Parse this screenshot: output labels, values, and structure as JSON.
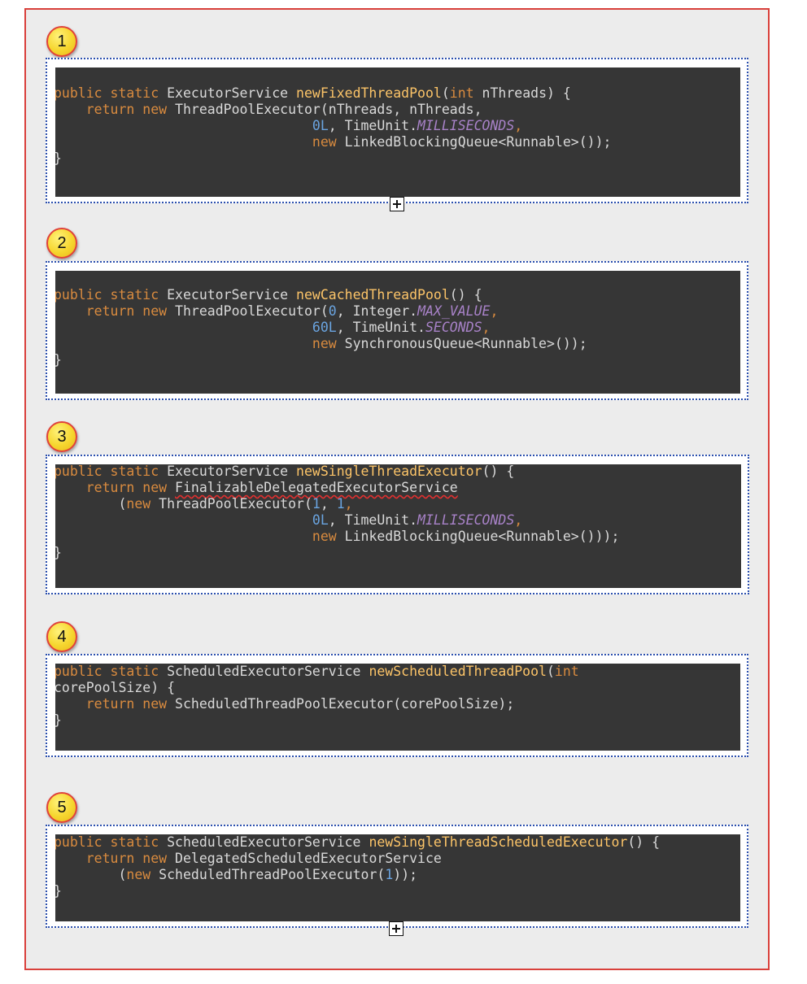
{
  "badges": [
    "1",
    "2",
    "3",
    "4",
    "5"
  ],
  "snippets": {
    "fixed": {
      "l1": [
        "public static",
        "ExecutorService",
        "newFixedThreadPool",
        "(",
        "int",
        " nThreads) {"
      ],
      "l2": [
        "return new",
        "ThreadPoolExecutor(nThreads, nThreads,"
      ],
      "l3": [
        "0L",
        ", TimeUnit.",
        "MILLISECONDS",
        ","
      ],
      "l4": [
        "new",
        "LinkedBlockingQueue<Runnable>());"
      ],
      "l5": "}"
    },
    "cached": {
      "l1": [
        "public static",
        "ExecutorService",
        "newCachedThreadPool",
        "() {"
      ],
      "l2": [
        "return new",
        "ThreadPoolExecutor(",
        "0",
        ", Integer.",
        "MAX_VALUE",
        ","
      ],
      "l3": [
        "60L",
        ", TimeUnit.",
        "SECONDS",
        ","
      ],
      "l4": [
        "new",
        "SynchronousQueue<Runnable>());"
      ],
      "l5": "}"
    },
    "single": {
      "l1": [
        "public static",
        "ExecutorService",
        "newSingleThreadExecutor",
        "() {"
      ],
      "l2": [
        "return new",
        "FinalizableDelegatedExecutorService"
      ],
      "l3": [
        "(",
        "new",
        "ThreadPoolExecutor(",
        "1",
        ", ",
        "1",
        ","
      ],
      "l4": [
        "0L",
        ", TimeUnit.",
        "MILLISECONDS",
        ","
      ],
      "l5": [
        "new",
        "LinkedBlockingQueue<Runnable>()));"
      ],
      "l6": "}"
    },
    "scheduled": {
      "l1": [
        "public static",
        "ScheduledExecutorService",
        "newScheduledThreadPool",
        "(",
        "int"
      ],
      "l2": "corePoolSize) {",
      "l3": [
        "return new",
        "ScheduledThreadPoolExecutor(corePoolSize);"
      ],
      "l4": "}"
    },
    "single_scheduled": {
      "l1": [
        "public static",
        "ScheduledExecutorService",
        "newSingleThreadScheduledExecutor",
        "() {"
      ],
      "l2": [
        "return new",
        "DelegatedScheduledExecutorService"
      ],
      "l3": [
        "(",
        "new",
        "ScheduledThreadPoolExecutor(",
        "1",
        "));"
      ],
      "l4": "}"
    }
  },
  "colors": {
    "keyword": "#d98b3f",
    "method": "#fcc468",
    "number": "#6aa4e0",
    "constant": "#a882c8",
    "code_bg": "#363636",
    "frame_border": "#d9403b",
    "badge": "#f6d62e"
  },
  "icons": [
    "expand-plus-icon"
  ]
}
